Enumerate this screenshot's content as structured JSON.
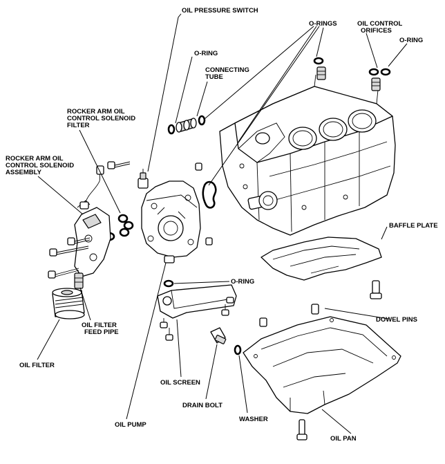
{
  "labels": {
    "oil_pressure_switch": "OIL PRESSURE SWITCH",
    "o_rings_top": "O-RINGS",
    "oil_control_orifices_1": "OIL CONTROL",
    "oil_control_orifices_2": "ORIFICES",
    "o_ring_top_right": "O-RING",
    "o_ring_connecting": "O-RING",
    "connecting_tube_1": "CONNECTING",
    "connecting_tube_2": "TUBE",
    "solenoid_filter_1": "ROCKER ARM OIL",
    "solenoid_filter_2": "CONTROL SOLENOID",
    "solenoid_filter_3": "FILTER",
    "solenoid_assembly_1": "ROCKER ARM OIL",
    "solenoid_assembly_2": "CONTROL SOLENOID",
    "solenoid_assembly_3": "ASSEMBLY",
    "baffle_plate": "BAFFLE PLATE",
    "o_ring_pump": "O-RING",
    "dowel_pins": "DOWEL PINS",
    "oil_filter_feed_pipe_1": "OIL FILTER",
    "oil_filter_feed_pipe_2": "FEED PIPE",
    "oil_filter": "OIL FILTER",
    "oil_screen": "OIL SCREEN",
    "drain_bolt": "DRAIN BOLT",
    "washer": "WASHER",
    "oil_pump": "OIL PUMP",
    "oil_pan": "OIL PAN"
  }
}
